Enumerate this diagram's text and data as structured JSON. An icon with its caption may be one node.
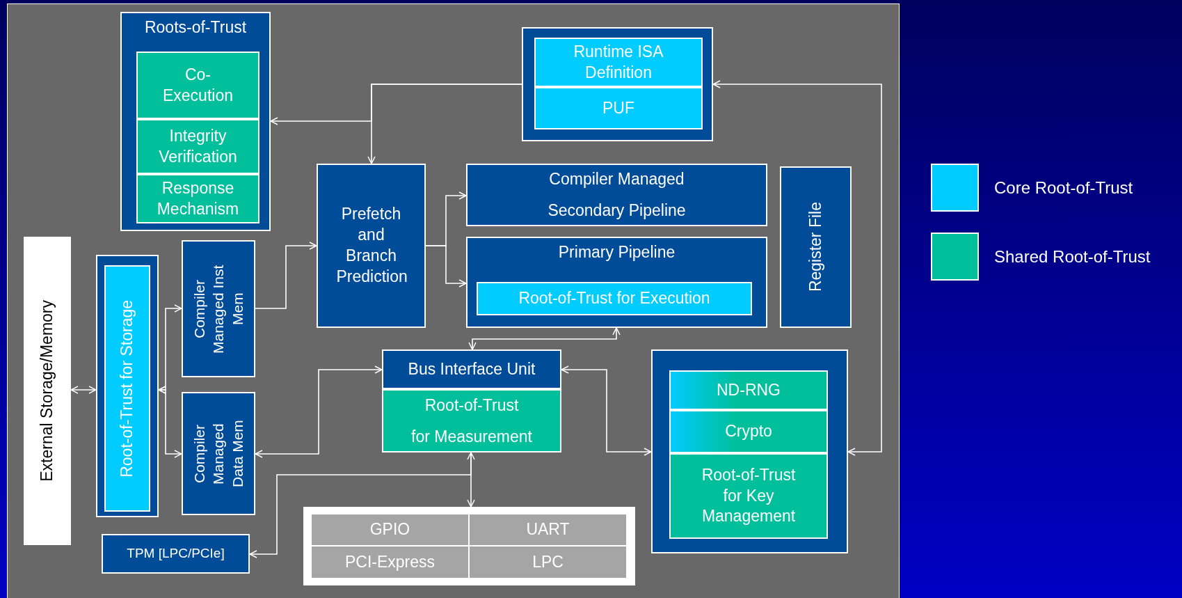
{
  "diagram": {
    "nodes": [
      {
        "text": [
          "Roots-of-Trust"
        ]
      },
      {
        "text": [
          "Co-Execution"
        ],
        "in": 0
      },
      {
        "text": [
          "Integrity Verification"
        ],
        "in": 0
      },
      {
        "text": [
          "Response Mechanism"
        ],
        "in": 0
      },
      {
        "text": [],
        "shape": "box"
      },
      {
        "text": [
          "Runtime ISA Definition"
        ],
        "in": 4
      },
      {
        "text": [
          "PUF"
        ],
        "in": 4
      },
      {
        "text": [
          "Prefetch and Branch Prediction"
        ]
      },
      {
        "text": [
          "Compiler Managed Secondary Pipeline"
        ]
      },
      {
        "text": [
          "Primary Pipeline"
        ]
      },
      {
        "text": [
          "Root-of-Trust for Execution"
        ],
        "in": 9
      },
      {
        "text": [
          "Register File"
        ]
      },
      {
        "text": [
          "External Storage/Memory"
        ]
      },
      {
        "text": [],
        "shape": "box"
      },
      {
        "text": [
          "Root-of-Trust for Storage"
        ],
        "in": 13
      },
      {
        "text": [
          "Compiler Managed Inst Mem"
        ]
      },
      {
        "text": [
          "Compiler Managed Data Mem"
        ]
      },
      {
        "text": [
          "Bus Interface Unit"
        ]
      },
      {
        "text": [
          "Root-of-Trust for Measurement"
        ]
      },
      {
        "text": [],
        "shape": "box"
      },
      {
        "text": [
          "ND-RNG"
        ],
        "in": 19
      },
      {
        "text": [
          "Crypto"
        ],
        "in": 19
      },
      {
        "text": [
          "Root-of-Trust for Key Management"
        ],
        "in": 19
      },
      {
        "text": [],
        "shape": "box"
      },
      {
        "text": [
          "GPIO"
        ],
        "in": 23
      },
      {
        "text": [
          "UART"
        ],
        "in": 23
      },
      {
        "text": [
          "PCI-Express"
        ],
        "in": 23
      },
      {
        "text": [
          "LPC"
        ],
        "in": 23
      },
      {
        "text": [
          "TPM [LPC/PCIe]"
        ]
      }
    ],
    "edges": [
      {
        "from": 4,
        "to": 0,
        "arrow": "to"
      },
      {
        "from": 4,
        "to": 7,
        "arrow": "to"
      },
      {
        "from": 19,
        "to": 4,
        "arrow": "both"
      },
      {
        "from": 15,
        "to": 7,
        "arrow": "to"
      },
      {
        "from": 7,
        "to": 8,
        "arrow": "to"
      },
      {
        "from": 7,
        "to": 9,
        "arrow": "to"
      },
      {
        "from": 9,
        "to": 17,
        "arrow": "both"
      },
      {
        "from": 12,
        "to": 13,
        "arrow": "both"
      },
      {
        "from": 13,
        "to": 15,
        "arrow": "both"
      },
      {
        "from": 13,
        "to": 16,
        "arrow": "both"
      },
      {
        "from": 16,
        "to": 17,
        "arrow": "both"
      },
      {
        "from": 17,
        "to": 19,
        "arrow": "both"
      },
      {
        "from": 18,
        "to": 23,
        "arrow": "both"
      },
      {
        "from": 18,
        "to": 28,
        "arrow": "to"
      }
    ],
    "legend": [
      {
        "text": "Core Root-of-Trust",
        "color": "#00ccff"
      },
      {
        "text": "Shared Root-of-Trust",
        "color": "#00bf9a"
      }
    ]
  }
}
